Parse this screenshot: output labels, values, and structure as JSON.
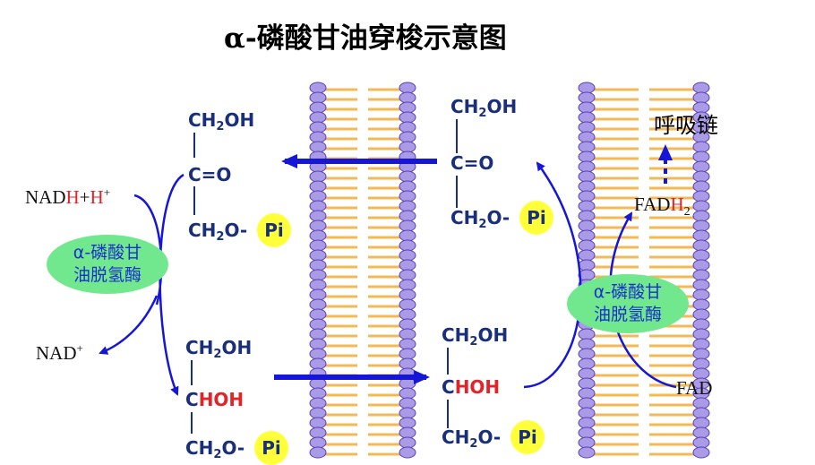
{
  "title": "α-磷酸甘油穿梭示意图",
  "left_top_molecule": {
    "ch2oh": "CH",
    "ch2oh_sub": "2",
    "ch2oh_end": "OH",
    "center": "C=O",
    "ch2o": "CH",
    "ch2o_sub": "2",
    "ch2o_end": "O-",
    "phosphate": "Pi"
  },
  "left_bottom_molecule": {
    "ch2oh": "CH",
    "ch2oh_sub": "2",
    "ch2oh_end": "OH",
    "center_c": "C",
    "center_hoh": "HOH",
    "ch2o": "CH",
    "ch2o_sub": "2",
    "ch2o_end": "O-",
    "phosphate": "Pi"
  },
  "right_top_molecule": {
    "ch2oh": "CH",
    "ch2oh_sub": "2",
    "ch2oh_end": "OH",
    "center": "C=O",
    "ch2o": "CH",
    "ch2o_sub": "2",
    "ch2o_end": "O-",
    "phosphate": "Pi"
  },
  "right_bottom_molecule": {
    "ch2oh": "CH",
    "ch2oh_sub": "2",
    "ch2oh_end": "OH",
    "center_c": "C",
    "center_hoh": "HOH",
    "ch2o": "CH",
    "ch2o_sub": "2",
    "ch2o_end": "O-",
    "phosphate": "Pi"
  },
  "nadh": {
    "nad": "NAD",
    "h1": "H",
    "plus": "+",
    "h2": "H",
    "sup": "+"
  },
  "nad": {
    "label": "NAD",
    "sup": "+"
  },
  "fadh2": {
    "fad": "FAD",
    "h": "H",
    "sub": "2"
  },
  "fad": "FAD",
  "enzyme_left": {
    "line1": "α-磷酸甘",
    "line2": "油脱氢酶"
  },
  "enzyme_right": {
    "line1": "α-磷酸甘",
    "line2": "油脱氢酶"
  },
  "respiratory_chain": "呼吸链",
  "colors": {
    "membrane_head": "#a99be6",
    "membrane_head_stroke": "#5a3fb8",
    "lipid_tail": "#f2b955",
    "molecule_text": "#1a2f7a",
    "highlight": "#e0242a",
    "arrow": "#1616d6",
    "enzyme": "#72e88e",
    "phosphate": "#ffff3a"
  }
}
